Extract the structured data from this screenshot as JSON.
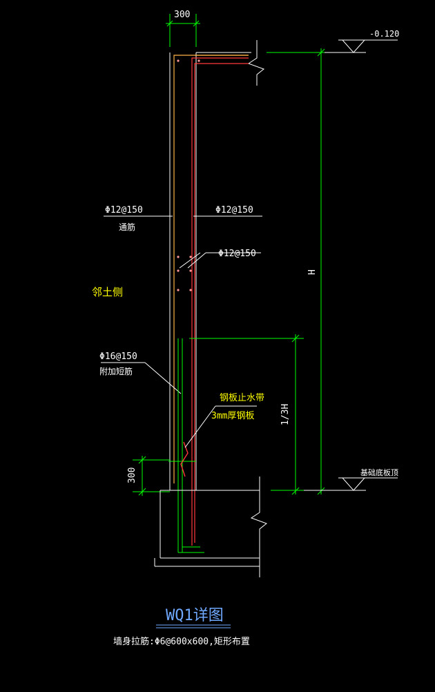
{
  "colors": {
    "background": "#000000",
    "dimension": "#00ff00",
    "wall": "#ffffff",
    "rebar_outer": "#ffb347",
    "rebar_inner": "#ff3b3b",
    "annotation_yellow": "#ffff00",
    "title_blue": "#6fa8ff",
    "text_white": "#ffffff"
  },
  "labels": {
    "top_width_dim": "300",
    "elevation_top": "-0.120",
    "height_dim": "H",
    "left_bar_spec": "Φ12@150",
    "left_bar_note": "通筋",
    "right_bar_spec": "Φ12@150",
    "tie_bar_spec": "Φ12@150",
    "soil_side": "邻土侧",
    "extra_bar_spec": "Φ16@150",
    "extra_bar_note": "附加短筋",
    "waterstop_1": "钢板止水带",
    "waterstop_2": "3mm厚钢板",
    "third_height_dim": "1/3H",
    "bottom_dim": "300",
    "foundation_label": "基础底板顶",
    "title": "WQ1详图",
    "note": "墙身拉筋:Φ6@600x600,矩形布置"
  }
}
